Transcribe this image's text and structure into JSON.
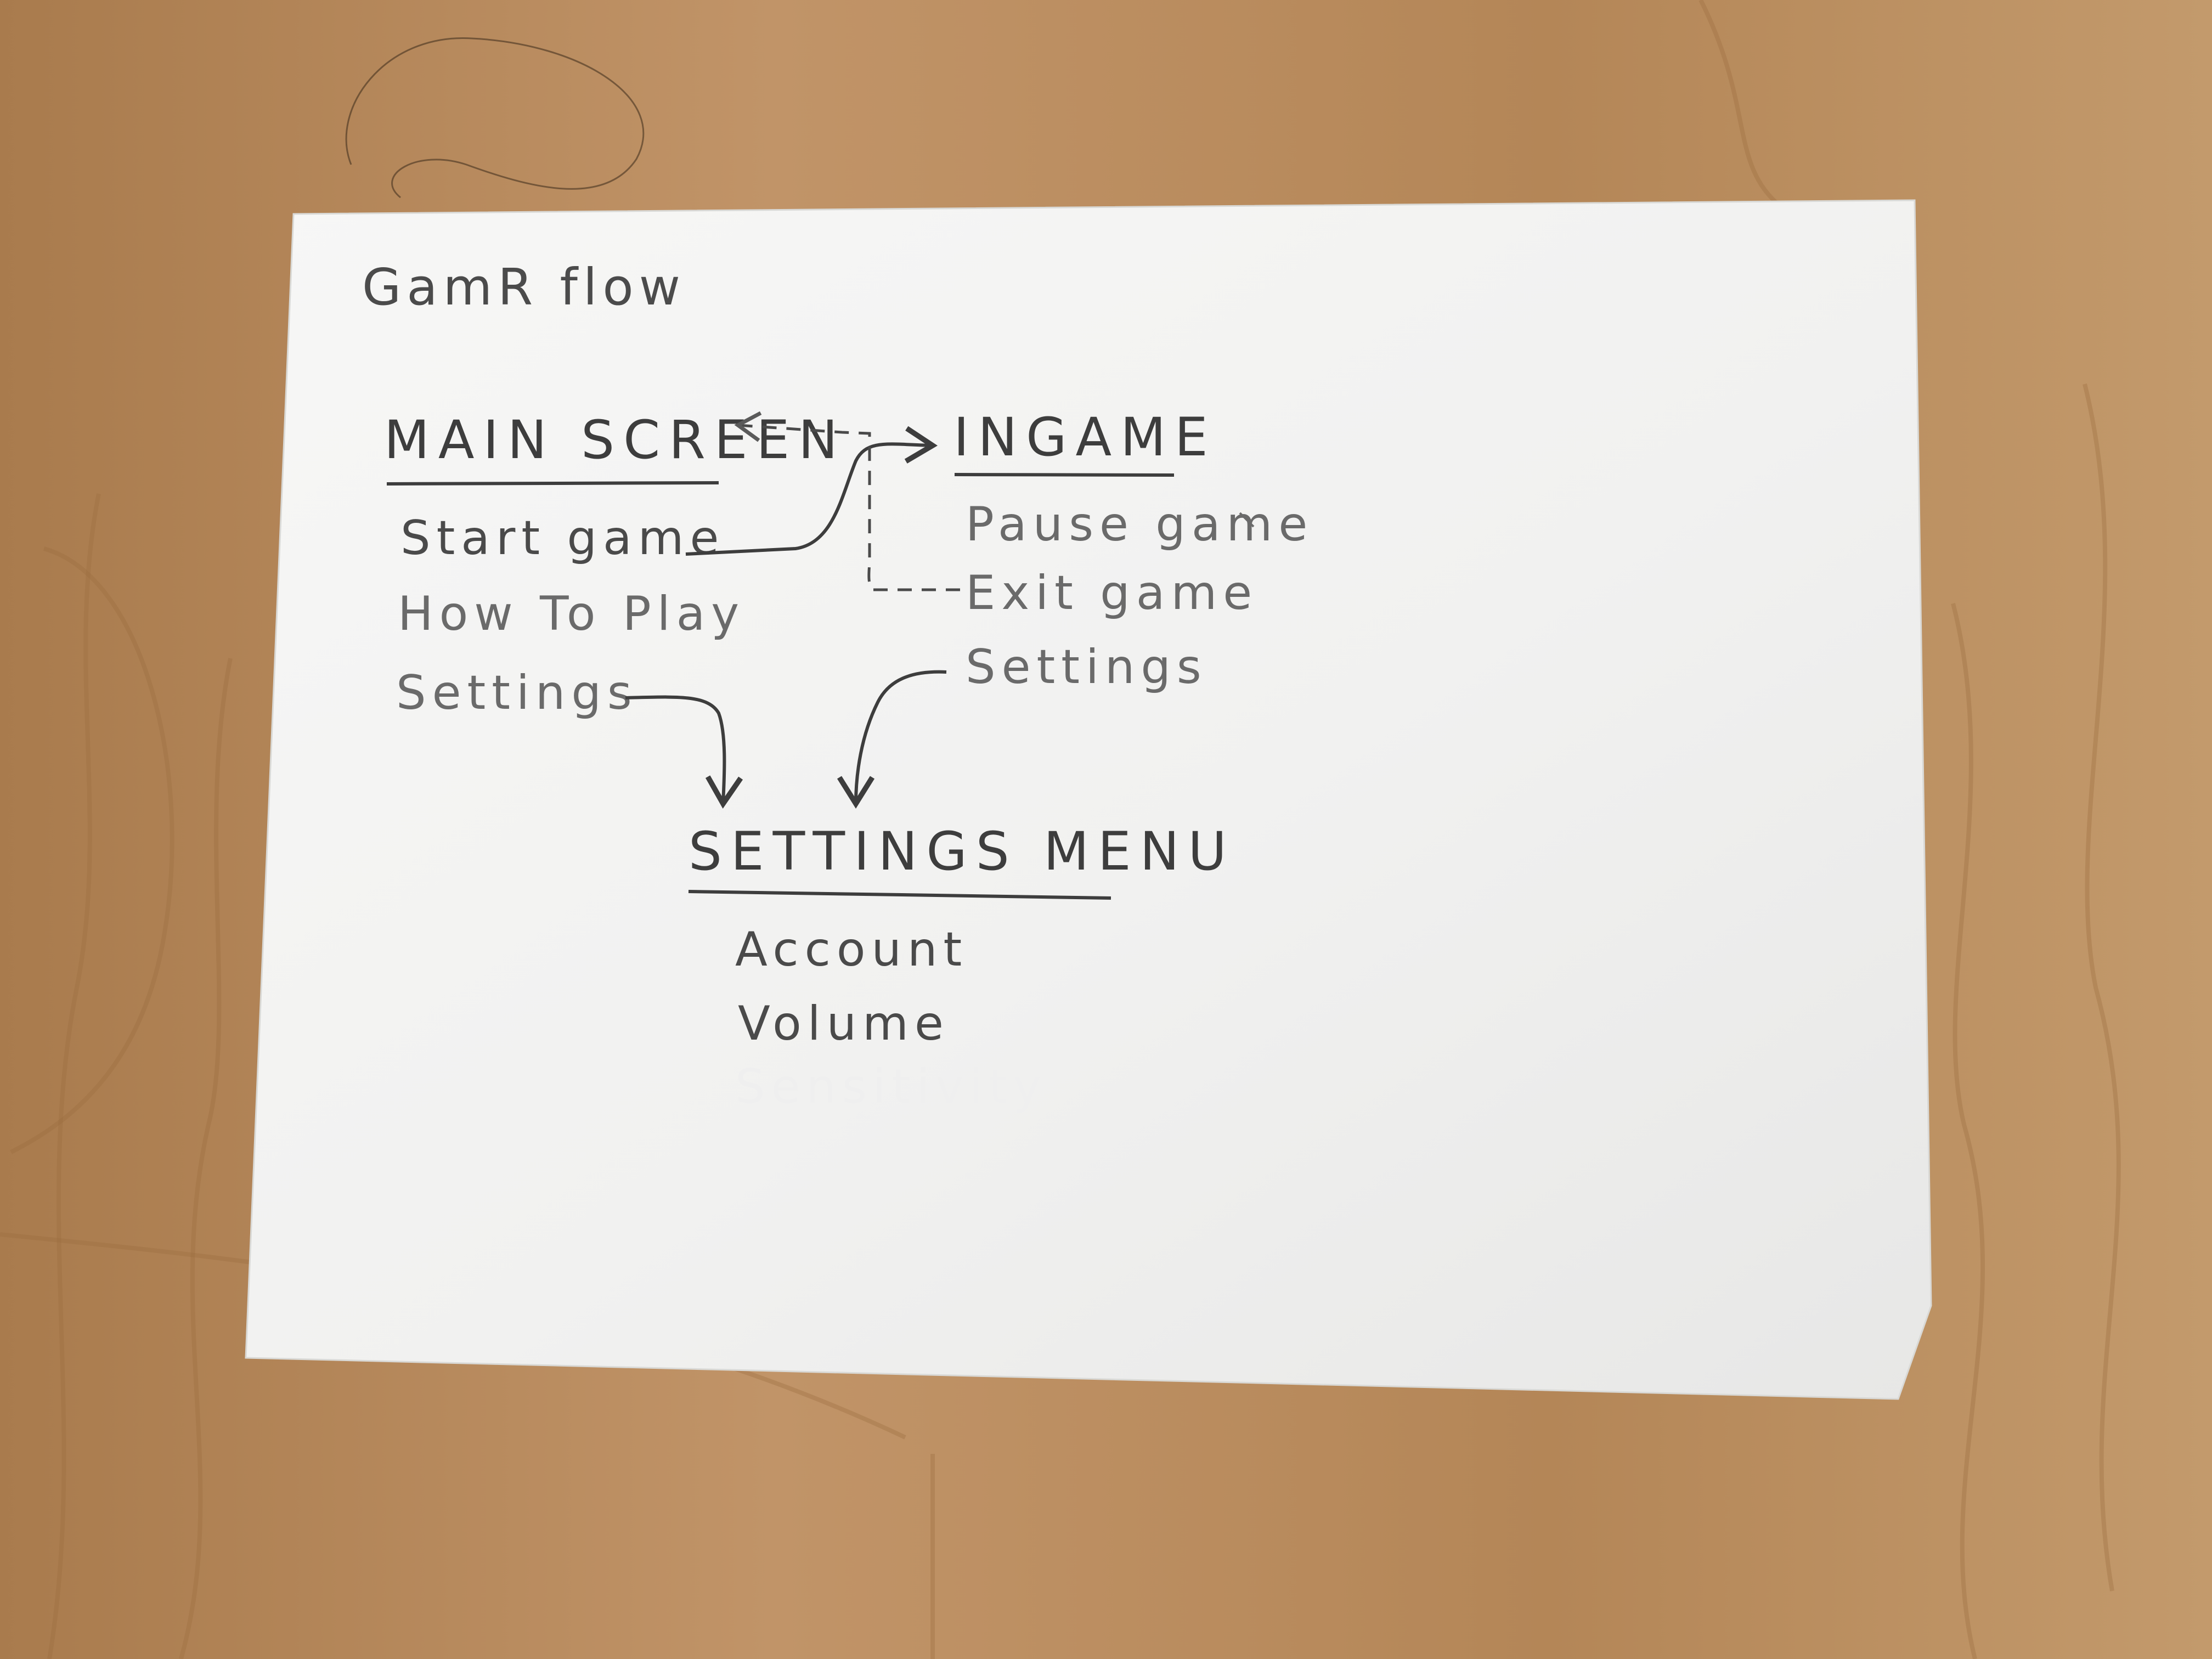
{
  "diagram": {
    "title": "GamR flow",
    "nodes": {
      "main_screen": {
        "heading": "MAIN SCREEN",
        "items": [
          "Start game",
          "How To Play",
          "Settings"
        ]
      },
      "ingame": {
        "heading": "INGAME",
        "items": [
          "Pause game",
          "Exit game",
          "Settings"
        ]
      },
      "settings_menu": {
        "heading": "SETTINGS MENU",
        "items": [
          "Account",
          "Volume",
          "Sensitivity"
        ]
      }
    },
    "edges": [
      {
        "from": "MAIN SCREEN: Start game",
        "to": "INGAME",
        "style": "solid"
      },
      {
        "from": "INGAME: Exit game",
        "to": "MAIN SCREEN",
        "style": "dashed"
      },
      {
        "from": "MAIN SCREEN: Settings",
        "to": "SETTINGS MENU",
        "style": "solid"
      },
      {
        "from": "INGAME: Settings",
        "to": "SETTINGS MENU",
        "style": "solid"
      }
    ]
  },
  "colors": {
    "wood": "#b88c5e",
    "paper": "#f4f4f2",
    "ink": "#3d3d3d",
    "pencil": "#5a5a5a"
  }
}
